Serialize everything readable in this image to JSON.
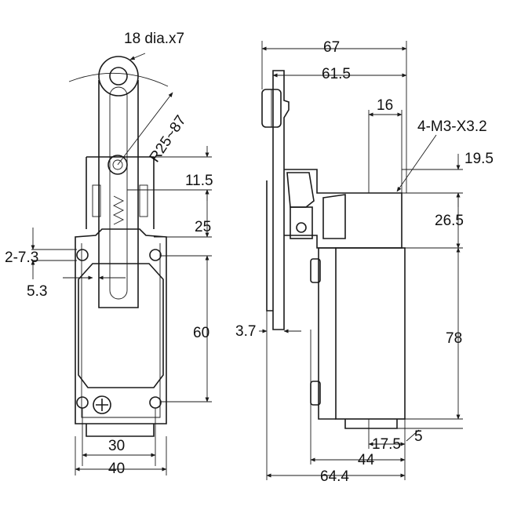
{
  "diagram": {
    "labels": {
      "roller_dia": "18 dia.x7",
      "radius": "R25~87",
      "d_11_5": "11.5",
      "d_25": "25",
      "d_2_7_3": "2-7.3",
      "d_5_3": "5.3",
      "d_60": "60",
      "d_30": "30",
      "d_40": "40",
      "d_67": "67",
      "d_61_5": "61.5",
      "d_16": "16",
      "thread": "4-M3-X3.2",
      "d_19_5": "19.5",
      "d_26_5": "26.5",
      "d_3_7": "3.7",
      "d_78": "78",
      "d_17_5": "17.5",
      "d_5": "5",
      "d_44": "44",
      "d_64_4": "64.4"
    }
  }
}
